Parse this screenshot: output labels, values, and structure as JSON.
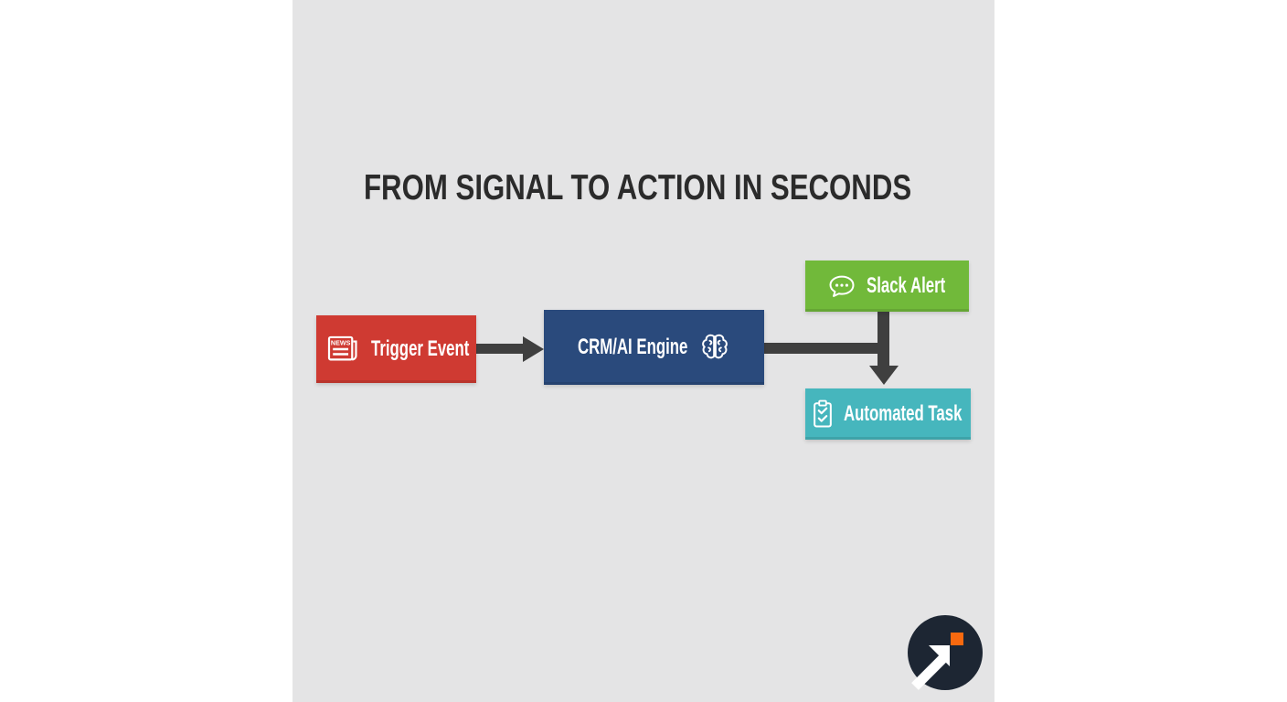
{
  "page": {
    "background": "#ffffff",
    "panel_background": "#e4e4e5"
  },
  "title": {
    "text": "FROM SIGNAL TO ACTION IN SECONDS",
    "color": "#2b2b2b"
  },
  "flowchart": {
    "arrow_color": "#3f3f3f",
    "nodes": [
      {
        "id": "trigger-event",
        "label": "Trigger Event",
        "icon": "newspaper-icon",
        "icon_text": "NEWS",
        "color": "#cf3a32",
        "text_color": "#ffffff"
      },
      {
        "id": "crm-ai-engine",
        "label": "CRM/AI Engine",
        "icon": "brain-icon",
        "color": "#2a4a7c",
        "text_color": "#ffffff"
      },
      {
        "id": "slack-alert",
        "label": "Slack Alert",
        "icon": "chat-bubble-icon",
        "color": "#71b93a",
        "text_color": "#ffffff"
      },
      {
        "id": "automated-task",
        "label": "Automated Task",
        "icon": "clipboard-check-icon",
        "color": "#46b6bd",
        "text_color": "#ffffff"
      }
    ],
    "edges": [
      {
        "from": "trigger-event",
        "to": "crm-ai-engine",
        "arrowhead": true
      },
      {
        "from": "crm-ai-engine",
        "to": "slack-alert",
        "arrowhead": false
      },
      {
        "from": "crm-ai-engine",
        "to": "automated-task",
        "arrowhead": true
      }
    ]
  },
  "logo": {
    "name": "arrow-northeast-logo",
    "circle_color": "#1d2633",
    "arrow_color": "#ffffff",
    "square_color": "#f8690f"
  }
}
